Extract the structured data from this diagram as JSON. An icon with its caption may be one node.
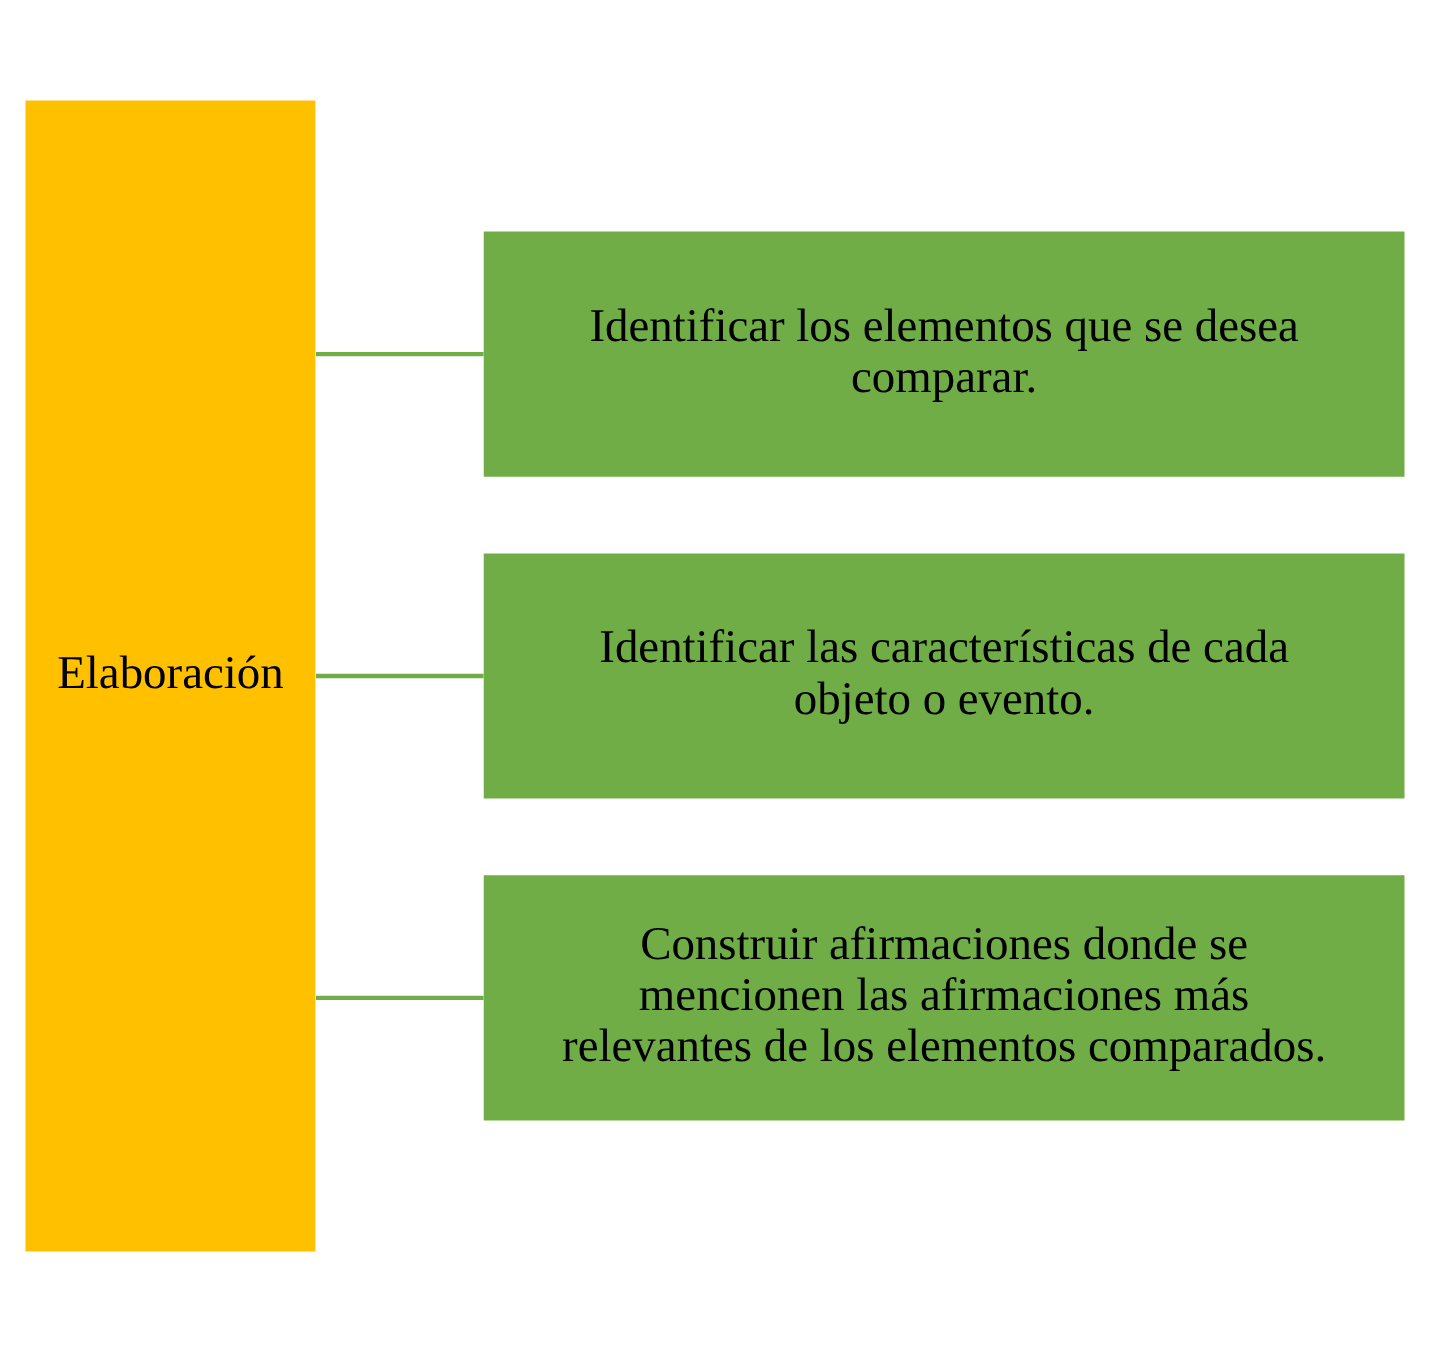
{
  "diagram": {
    "nodes": [
      {
        "text": [
          "Elaboración"
        ]
      },
      {
        "text": [
          "Identificar los elementos que se desea comparar."
        ]
      },
      {
        "text": [
          "Identificar las características de cada objeto o evento."
        ]
      },
      {
        "text": [
          "Construir afirmaciones donde se mencionen las afirmaciones más relevantes de los elementos comparados."
        ]
      }
    ],
    "edges": [
      {
        "from": 0,
        "to": 1,
        "arrow": "none",
        "color": "#70ad47"
      },
      {
        "from": 0,
        "to": 2,
        "arrow": "none",
        "color": "#70ad47"
      },
      {
        "from": 0,
        "to": 3,
        "arrow": "none",
        "color": "#70ad47"
      }
    ]
  }
}
